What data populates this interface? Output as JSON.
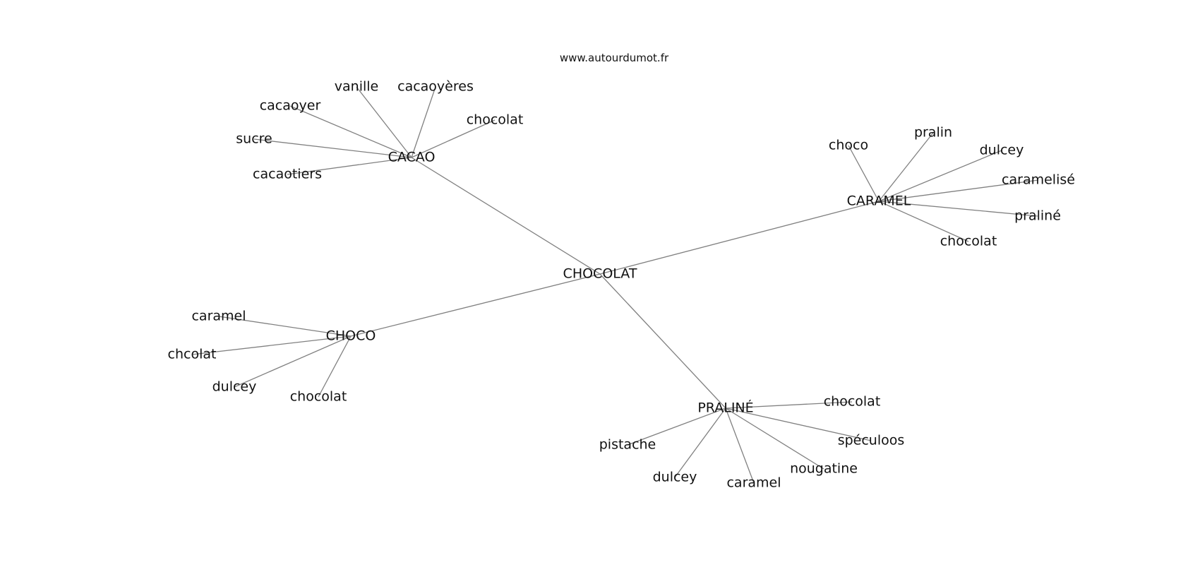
{
  "source_label": "www.autourdumot.fr",
  "edge_color": "#808080",
  "text_color": "#111111",
  "graph": {
    "root": "CHOCOLAT",
    "clusters": [
      {
        "hub": "CACAO",
        "leaves": [
          "vanille",
          "cacaoyères",
          "cacaoyer",
          "chocolat",
          "sucre",
          "cacaotiers"
        ]
      },
      {
        "hub": "CARAMEL",
        "leaves": [
          "choco",
          "pralin",
          "dulcey",
          "caramelisé",
          "praliné",
          "chocolat"
        ]
      },
      {
        "hub": "CHOCO",
        "leaves": [
          "caramel",
          "chcolat",
          "dulcey",
          "chocolat"
        ]
      },
      {
        "hub": "PRALINÉ",
        "leaves": [
          "chocolat",
          "spéculoos",
          "pistache",
          "nougatine",
          "dulcey",
          "caramel"
        ]
      }
    ]
  }
}
